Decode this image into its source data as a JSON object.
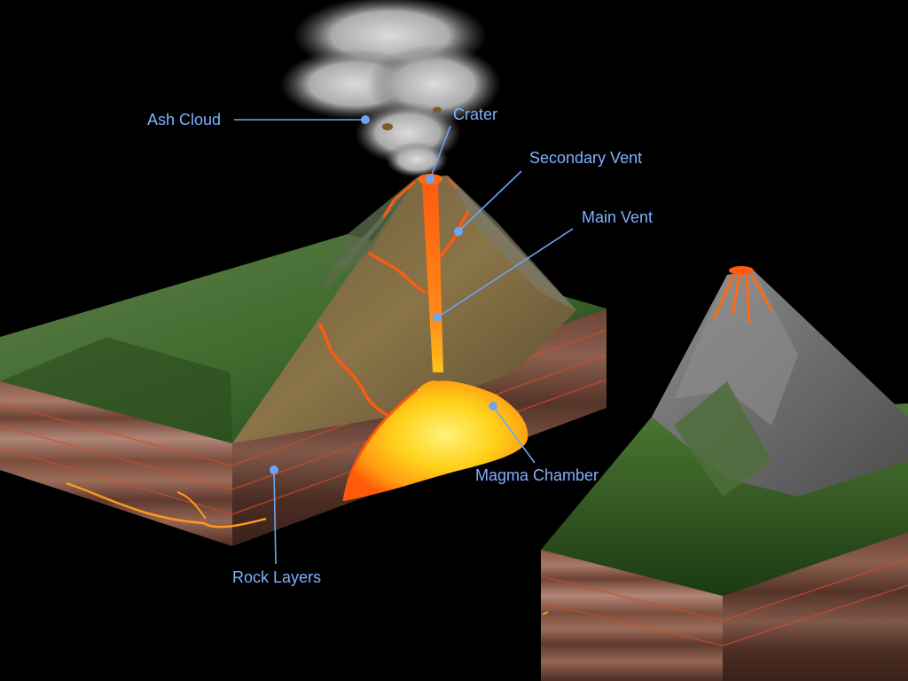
{
  "labels": {
    "ash_cloud": "Ash Cloud",
    "crater": "Crater",
    "secondary_vent": "Secondary Vent",
    "main_vent": "Main Vent",
    "magma_chamber": "Magma Chamber",
    "rock_layers": "Rock Layers"
  },
  "colors": {
    "background": "#000000",
    "label_text": "#7fb0ff",
    "leader_line": "#6fa4f5",
    "lava": "#ff6a10",
    "magma": "#ffd21a"
  }
}
